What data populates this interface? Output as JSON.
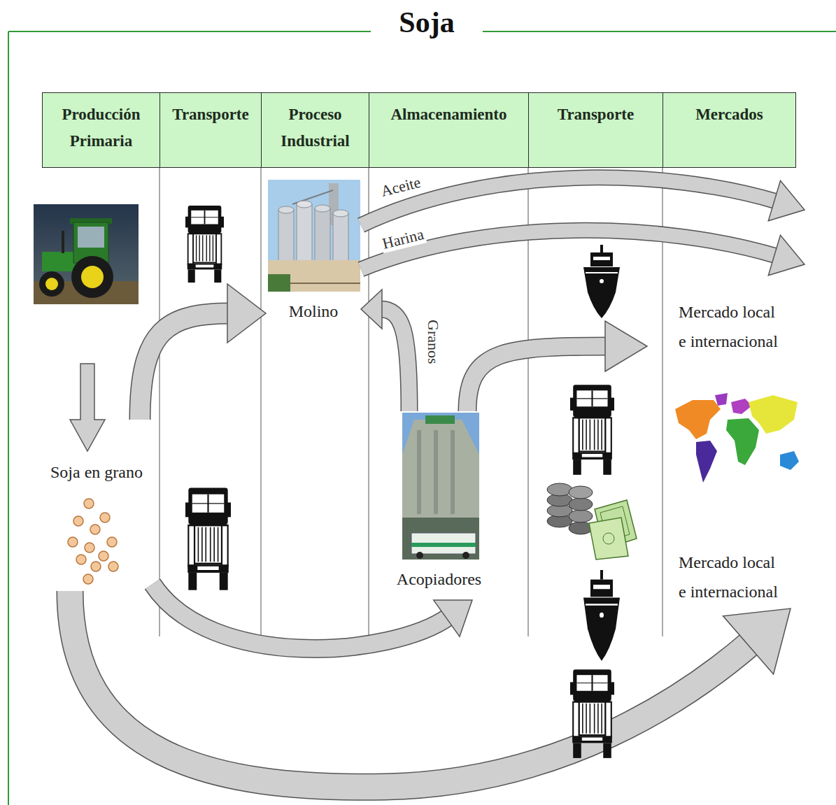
{
  "diagram": {
    "title": "Soja",
    "nodes": [
      {
        "text": [
          "Producción Primaria"
        ]
      },
      {
        "text": [
          "Transporte"
        ]
      },
      {
        "text": [
          "Proceso Industrial"
        ]
      },
      {
        "text": [
          "Almacenamiento"
        ]
      },
      {
        "text": [
          "Transporte"
        ]
      },
      {
        "text": [
          "Mercados"
        ]
      },
      {
        "text": [
          "Molino"
        ]
      },
      {
        "text": [
          "Mercado local e internacional"
        ]
      },
      {
        "text": [
          "Soja en grano"
        ]
      },
      {
        "text": [
          "Acopiadores"
        ]
      },
      {
        "text": [
          "Mercado local e internacional"
        ]
      }
    ],
    "edges": [
      {
        "from": 8,
        "to": 6,
        "arrow": "to"
      },
      {
        "from": 6,
        "to": 7,
        "label": "Aceite",
        "arrow": "to"
      },
      {
        "from": 6,
        "to": 7,
        "label": "Harina",
        "arrow": "to"
      },
      {
        "from": 9,
        "to": 6,
        "label": "Granos",
        "arrow": "to"
      },
      {
        "from": 9,
        "to": 7,
        "arrow": "to"
      },
      {
        "from": 8,
        "to": 9,
        "arrow": "to"
      },
      {
        "from": 8,
        "to": 10,
        "arrow": "to"
      }
    ]
  }
}
